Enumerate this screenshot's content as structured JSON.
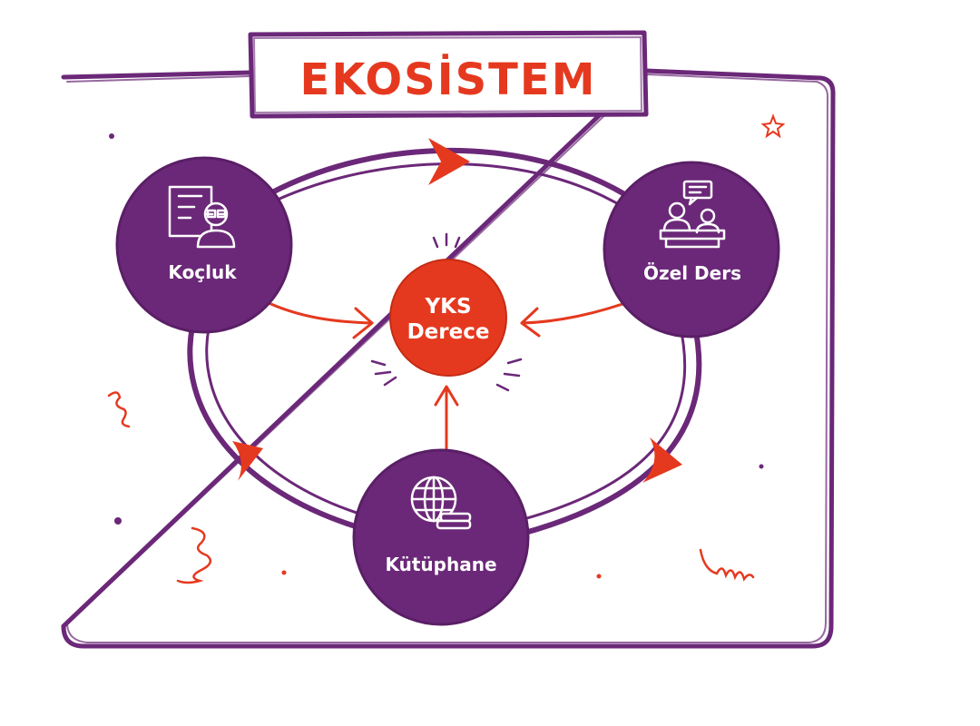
{
  "title": "EKOSİSTEM",
  "center": {
    "line1": "YKS",
    "line2": "Derece"
  },
  "nodes": {
    "kocluk": {
      "label": "Koçluk",
      "icon": "coach-icon"
    },
    "ozel_ders": {
      "label": "Özel Ders",
      "icon": "classroom-icon"
    },
    "kutuphane": {
      "label": "Kütüphane",
      "icon": "globe-books-icon"
    }
  },
  "colors": {
    "purple": "#6b2878",
    "orange": "#e5391f",
    "white": "#ffffff"
  }
}
